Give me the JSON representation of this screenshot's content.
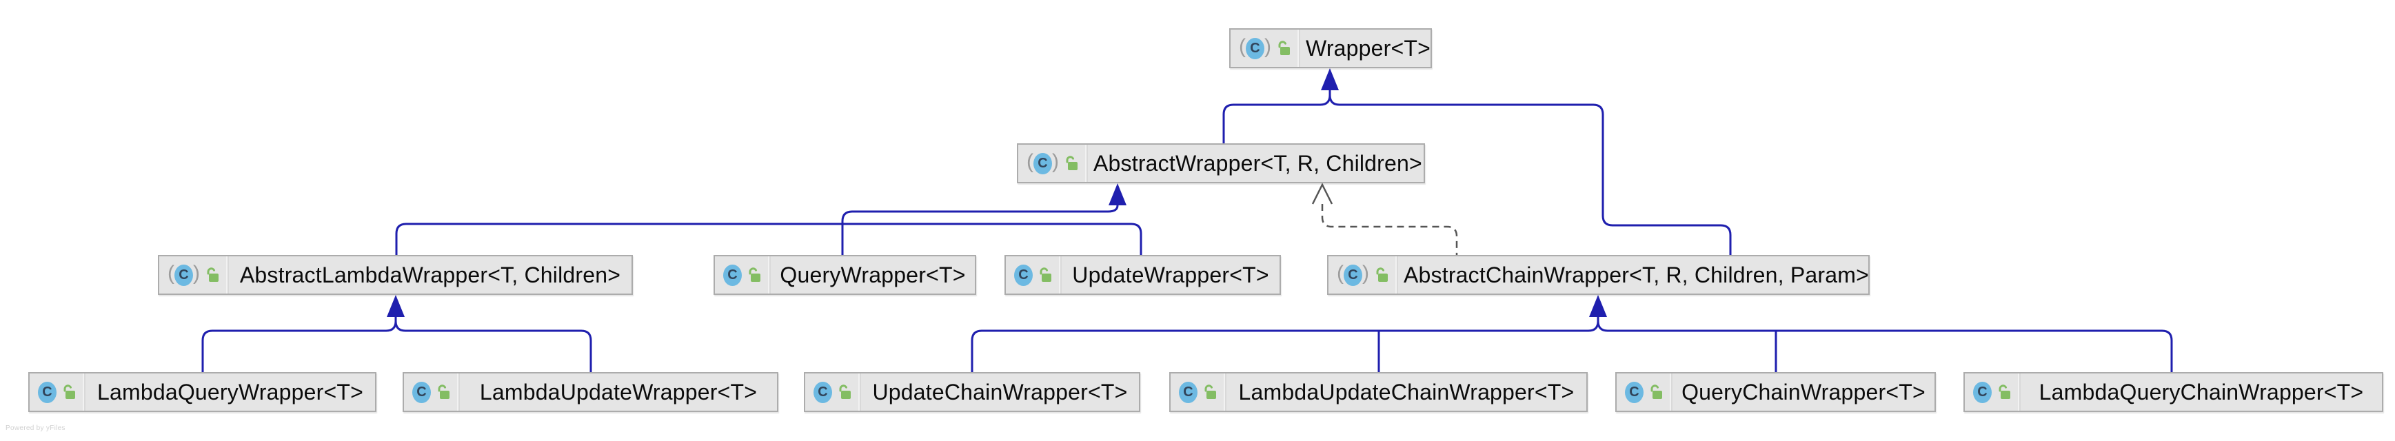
{
  "diagram": {
    "type": "uml-class-hierarchy",
    "powered_by": "Powered by yFiles",
    "colors": {
      "background": "#ffffff",
      "inheritance_edge": "#1f1fae",
      "dependency_edge": "#555555",
      "node_fill": "#e5e5e5",
      "node_border": "#acacac",
      "class_icon_blue": "#6cb9e2",
      "class_letter": "#31445a",
      "lock_icon_green": "#83bd63"
    },
    "nodes": [
      {
        "id": "wrapper",
        "label": "Wrapper<T>",
        "abstract": true
      },
      {
        "id": "abstract-wrapper",
        "label": "AbstractWrapper<T, R, Children>",
        "abstract": true
      },
      {
        "id": "abstract-lambda-wrapper",
        "label": "AbstractLambdaWrapper<T, Children>",
        "abstract": true
      },
      {
        "id": "query-wrapper",
        "label": "QueryWrapper<T>",
        "abstract": false
      },
      {
        "id": "update-wrapper",
        "label": "UpdateWrapper<T>",
        "abstract": false
      },
      {
        "id": "abstract-chain-wrapper",
        "label": "AbstractChainWrapper<T, R, Children, Param>",
        "abstract": true
      },
      {
        "id": "lambda-query-wrapper",
        "label": "LambdaQueryWrapper<T>",
        "abstract": false
      },
      {
        "id": "lambda-update-wrapper",
        "label": "LambdaUpdateWrapper<T>",
        "abstract": false
      },
      {
        "id": "update-chain-wrapper",
        "label": "UpdateChainWrapper<T>",
        "abstract": false
      },
      {
        "id": "lambda-update-chain-wrapper",
        "label": "LambdaUpdateChainWrapper<T>",
        "abstract": false
      },
      {
        "id": "query-chain-wrapper",
        "label": "QueryChainWrapper<T>",
        "abstract": false
      },
      {
        "id": "lambda-query-chain-wrapper",
        "label": "LambdaQueryChainWrapper<T>",
        "abstract": false
      }
    ],
    "edges": [
      {
        "from": "abstract-wrapper",
        "to": "wrapper",
        "type": "inheritance"
      },
      {
        "from": "abstract-chain-wrapper",
        "to": "wrapper",
        "type": "inheritance"
      },
      {
        "from": "abstract-lambda-wrapper",
        "to": "abstract-wrapper",
        "type": "inheritance"
      },
      {
        "from": "query-wrapper",
        "to": "abstract-wrapper",
        "type": "inheritance"
      },
      {
        "from": "update-wrapper",
        "to": "abstract-wrapper",
        "type": "inheritance"
      },
      {
        "from": "abstract-chain-wrapper",
        "to": "abstract-wrapper",
        "type": "dependency"
      },
      {
        "from": "lambda-query-wrapper",
        "to": "abstract-lambda-wrapper",
        "type": "inheritance"
      },
      {
        "from": "lambda-update-wrapper",
        "to": "abstract-lambda-wrapper",
        "type": "inheritance"
      },
      {
        "from": "update-chain-wrapper",
        "to": "abstract-chain-wrapper",
        "type": "inheritance"
      },
      {
        "from": "lambda-update-chain-wrapper",
        "to": "abstract-chain-wrapper",
        "type": "inheritance"
      },
      {
        "from": "query-chain-wrapper",
        "to": "abstract-chain-wrapper",
        "type": "inheritance"
      },
      {
        "from": "lambda-query-chain-wrapper",
        "to": "abstract-chain-wrapper",
        "type": "inheritance"
      }
    ]
  }
}
